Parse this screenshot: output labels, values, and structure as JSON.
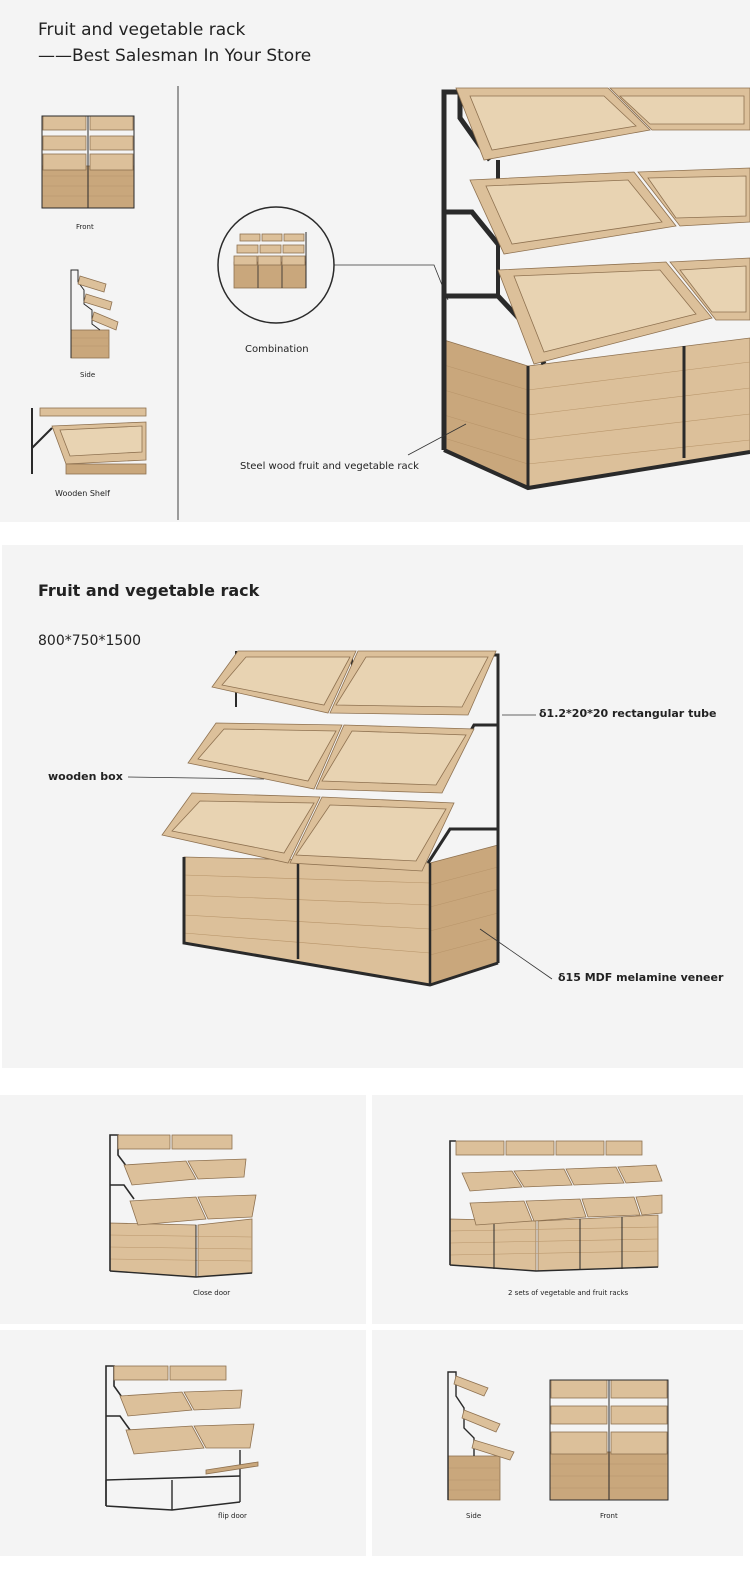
{
  "section1": {
    "title": "Fruit and vegetable rack",
    "subtitle": "——Best Salesman In Your Store",
    "views": {
      "front": "Front",
      "side": "Side",
      "wooden_shelf": "Wooden Shelf",
      "combination": "Combination",
      "main": "Steel wood fruit and vegetable rack"
    }
  },
  "section2": {
    "title": "Fruit and vegetable rack",
    "dimensions": "800*750*1500",
    "callouts": {
      "tube": "δ1.2*20*20 rectangular tube",
      "box": "wooden box",
      "mdf": "δ15 MDF melamine veneer"
    }
  },
  "grid": {
    "close_door": "Close door",
    "two_sets": "2 sets of vegetable and fruit racks",
    "flip_door": "flip door",
    "side": "Side",
    "front": "Front"
  },
  "colors": {
    "background": "#f4f4f4",
    "wood": "#dcc09a",
    "steel": "#2a2a2a"
  }
}
